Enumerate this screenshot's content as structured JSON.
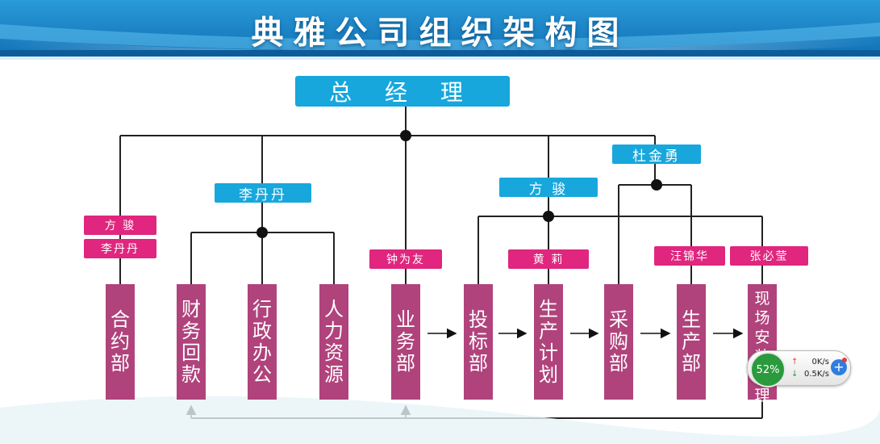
{
  "title": "典雅公司组织架构图",
  "ceo": "总 经 理",
  "managers": {
    "li_dandan": "李丹丹",
    "fang_jun": "方 骏",
    "du_jinyong": "杜金勇"
  },
  "labels": {
    "hetong_fang": "方 骏",
    "hetong_li": "李丹丹",
    "yewu": "钟为友",
    "shengchan_plan": "黄 莉",
    "shengchan": "汪锦华",
    "xianchang": "张必莹"
  },
  "departments": [
    {
      "id": "hetong",
      "name": "合约部"
    },
    {
      "id": "caiwu",
      "name": "财务回款"
    },
    {
      "id": "xingzheng",
      "name": "行政办公"
    },
    {
      "id": "renli",
      "name": "人力资源"
    },
    {
      "id": "yewu",
      "name": "业务部"
    },
    {
      "id": "toubiao",
      "name": "投标部"
    },
    {
      "id": "shengchanjihua",
      "name": "生产计划"
    },
    {
      "id": "caigou",
      "name": "采购部"
    },
    {
      "id": "shengchan",
      "name": "生产部"
    },
    {
      "id": "xianchang",
      "name": "现场安装管理"
    }
  ],
  "speed_widget": {
    "percent": "52%",
    "up": "0K/s",
    "down": "0.5K/s"
  },
  "colors": {
    "banner_blue": "#1585c8",
    "manager_blue": "#17a7dd",
    "label_pink": "#e0267e",
    "dept_purple": "#b0437c"
  }
}
